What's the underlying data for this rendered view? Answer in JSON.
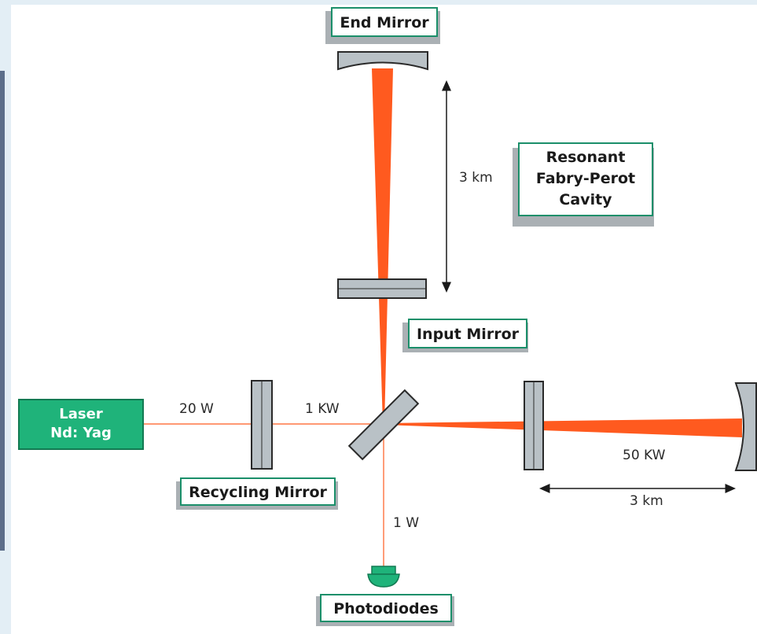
{
  "labels": {
    "end_mirror": "End Mirror",
    "input_mirror": "Input Mirror",
    "cavity_line1": "Resonant",
    "cavity_line2": "Fabry-Perot",
    "cavity_line3": "Cavity",
    "recycling_mirror": "Recycling Mirror",
    "photodiodes": "Photodiodes",
    "laser_line1": "Laser",
    "laser_line2": "Nd: Yag"
  },
  "values": {
    "vertical_length": "3 km",
    "horizontal_length": "3 km",
    "power_laser": "20 W",
    "power_recycled": "1 KW",
    "power_cavity": "50 KW",
    "power_output": "1 W"
  },
  "colors": {
    "beam": "#ff5a1f",
    "laser_box": "#1fb37a",
    "label_border": "#1b8f6a",
    "mirror": "#b9c1c6",
    "background": "#e3eef5"
  }
}
